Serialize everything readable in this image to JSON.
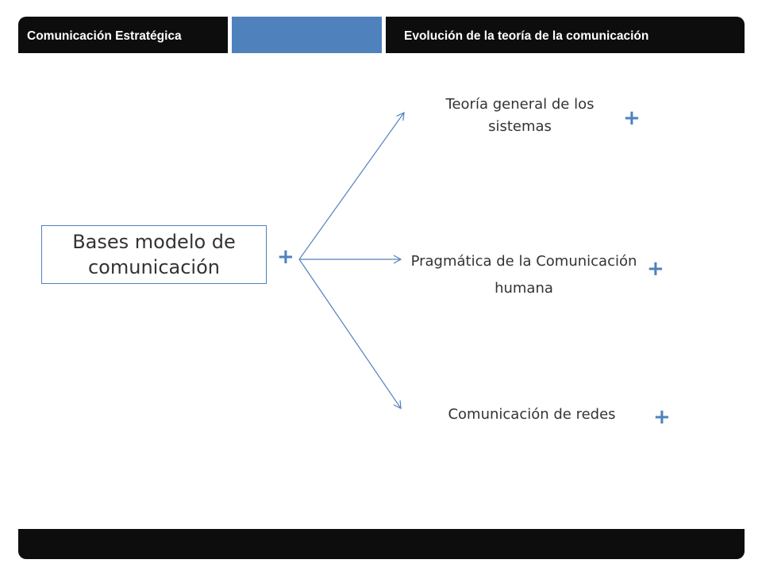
{
  "header": {
    "left_title": "Comunicación Estratégica",
    "right_title": "Evolución de la teoría de la comunicación"
  },
  "diagram": {
    "root_label": "Bases  modelo de comunicación",
    "root_expand": "+",
    "branches": [
      {
        "label": "Teoría general de los sistemas",
        "expand": "+"
      },
      {
        "label": "Pragmática de la Comunicación humana",
        "expand": "+"
      },
      {
        "label": "Comunicación de redes",
        "expand": "+"
      }
    ]
  },
  "colors": {
    "header_bg": "#0d0d0d",
    "accent": "#4f81bd",
    "text": "#333333"
  }
}
